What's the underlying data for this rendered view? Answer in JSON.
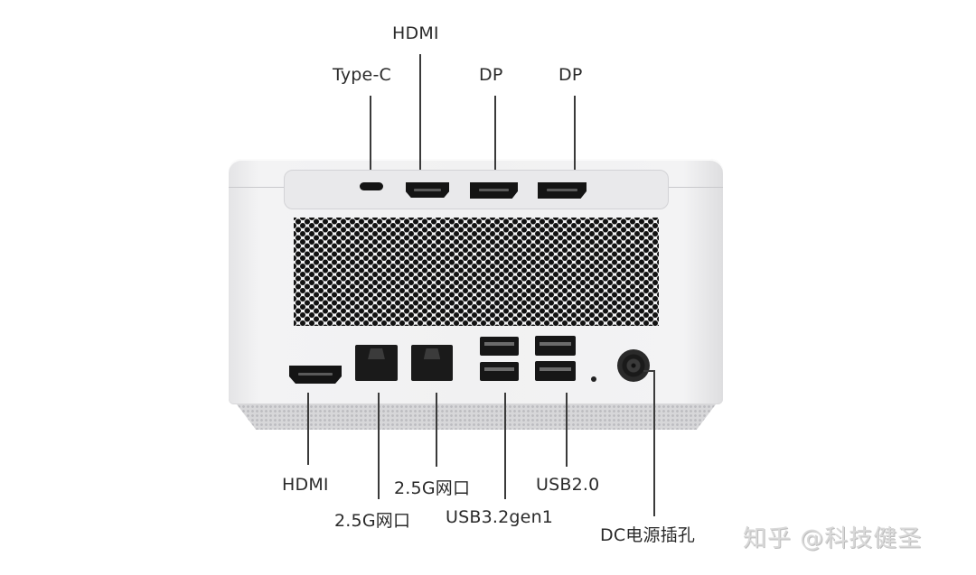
{
  "figure": {
    "subject": "Mini PC rear I/O panel",
    "top_labels": {
      "hdmi": "HDMI",
      "type_c": "Type-C",
      "dp1": "DP",
      "dp2": "DP"
    },
    "bottom_labels": {
      "hdmi": "HDMI",
      "lan1": "2.5G网口",
      "lan2": "2.5G网口",
      "usb32": "USB3.2gen1",
      "usb20": "USB2.0",
      "dc": "DC电源插孔"
    },
    "watermark": "知乎 @科技健圣"
  },
  "colors": {
    "background": "#ffffff",
    "chassis": "#f1f1f2",
    "port": "#141414",
    "leader_line": "#3a3a3a",
    "label_text": "#2a2a2a"
  }
}
